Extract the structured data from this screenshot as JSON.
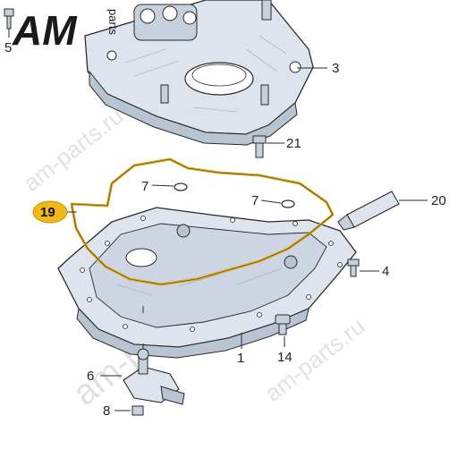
{
  "logo": {
    "brand": "AM",
    "sub": "parts"
  },
  "watermark": {
    "text_large": "am-parts.ru",
    "text_small": "am-parts.ru"
  },
  "callouts": [
    {
      "id": "5",
      "text": "5"
    },
    {
      "id": "3",
      "text": "3"
    },
    {
      "id": "21",
      "text": "21"
    },
    {
      "id": "7a",
      "text": "7"
    },
    {
      "id": "7b",
      "text": "7"
    },
    {
      "id": "19",
      "text": "19"
    },
    {
      "id": "20",
      "text": "20"
    },
    {
      "id": "4",
      "text": "4"
    },
    {
      "id": "14",
      "text": "14"
    },
    {
      "id": "1",
      "text": "1"
    },
    {
      "id": "6",
      "text": "6"
    },
    {
      "id": "8",
      "text": "8"
    }
  ],
  "colors": {
    "part_fill": "#dde4ee",
    "part_shadow": "#b9c4d3",
    "outline": "#2a2a2a",
    "gasket": "#e2aa22",
    "highlight_badge": "#f1b81a"
  }
}
